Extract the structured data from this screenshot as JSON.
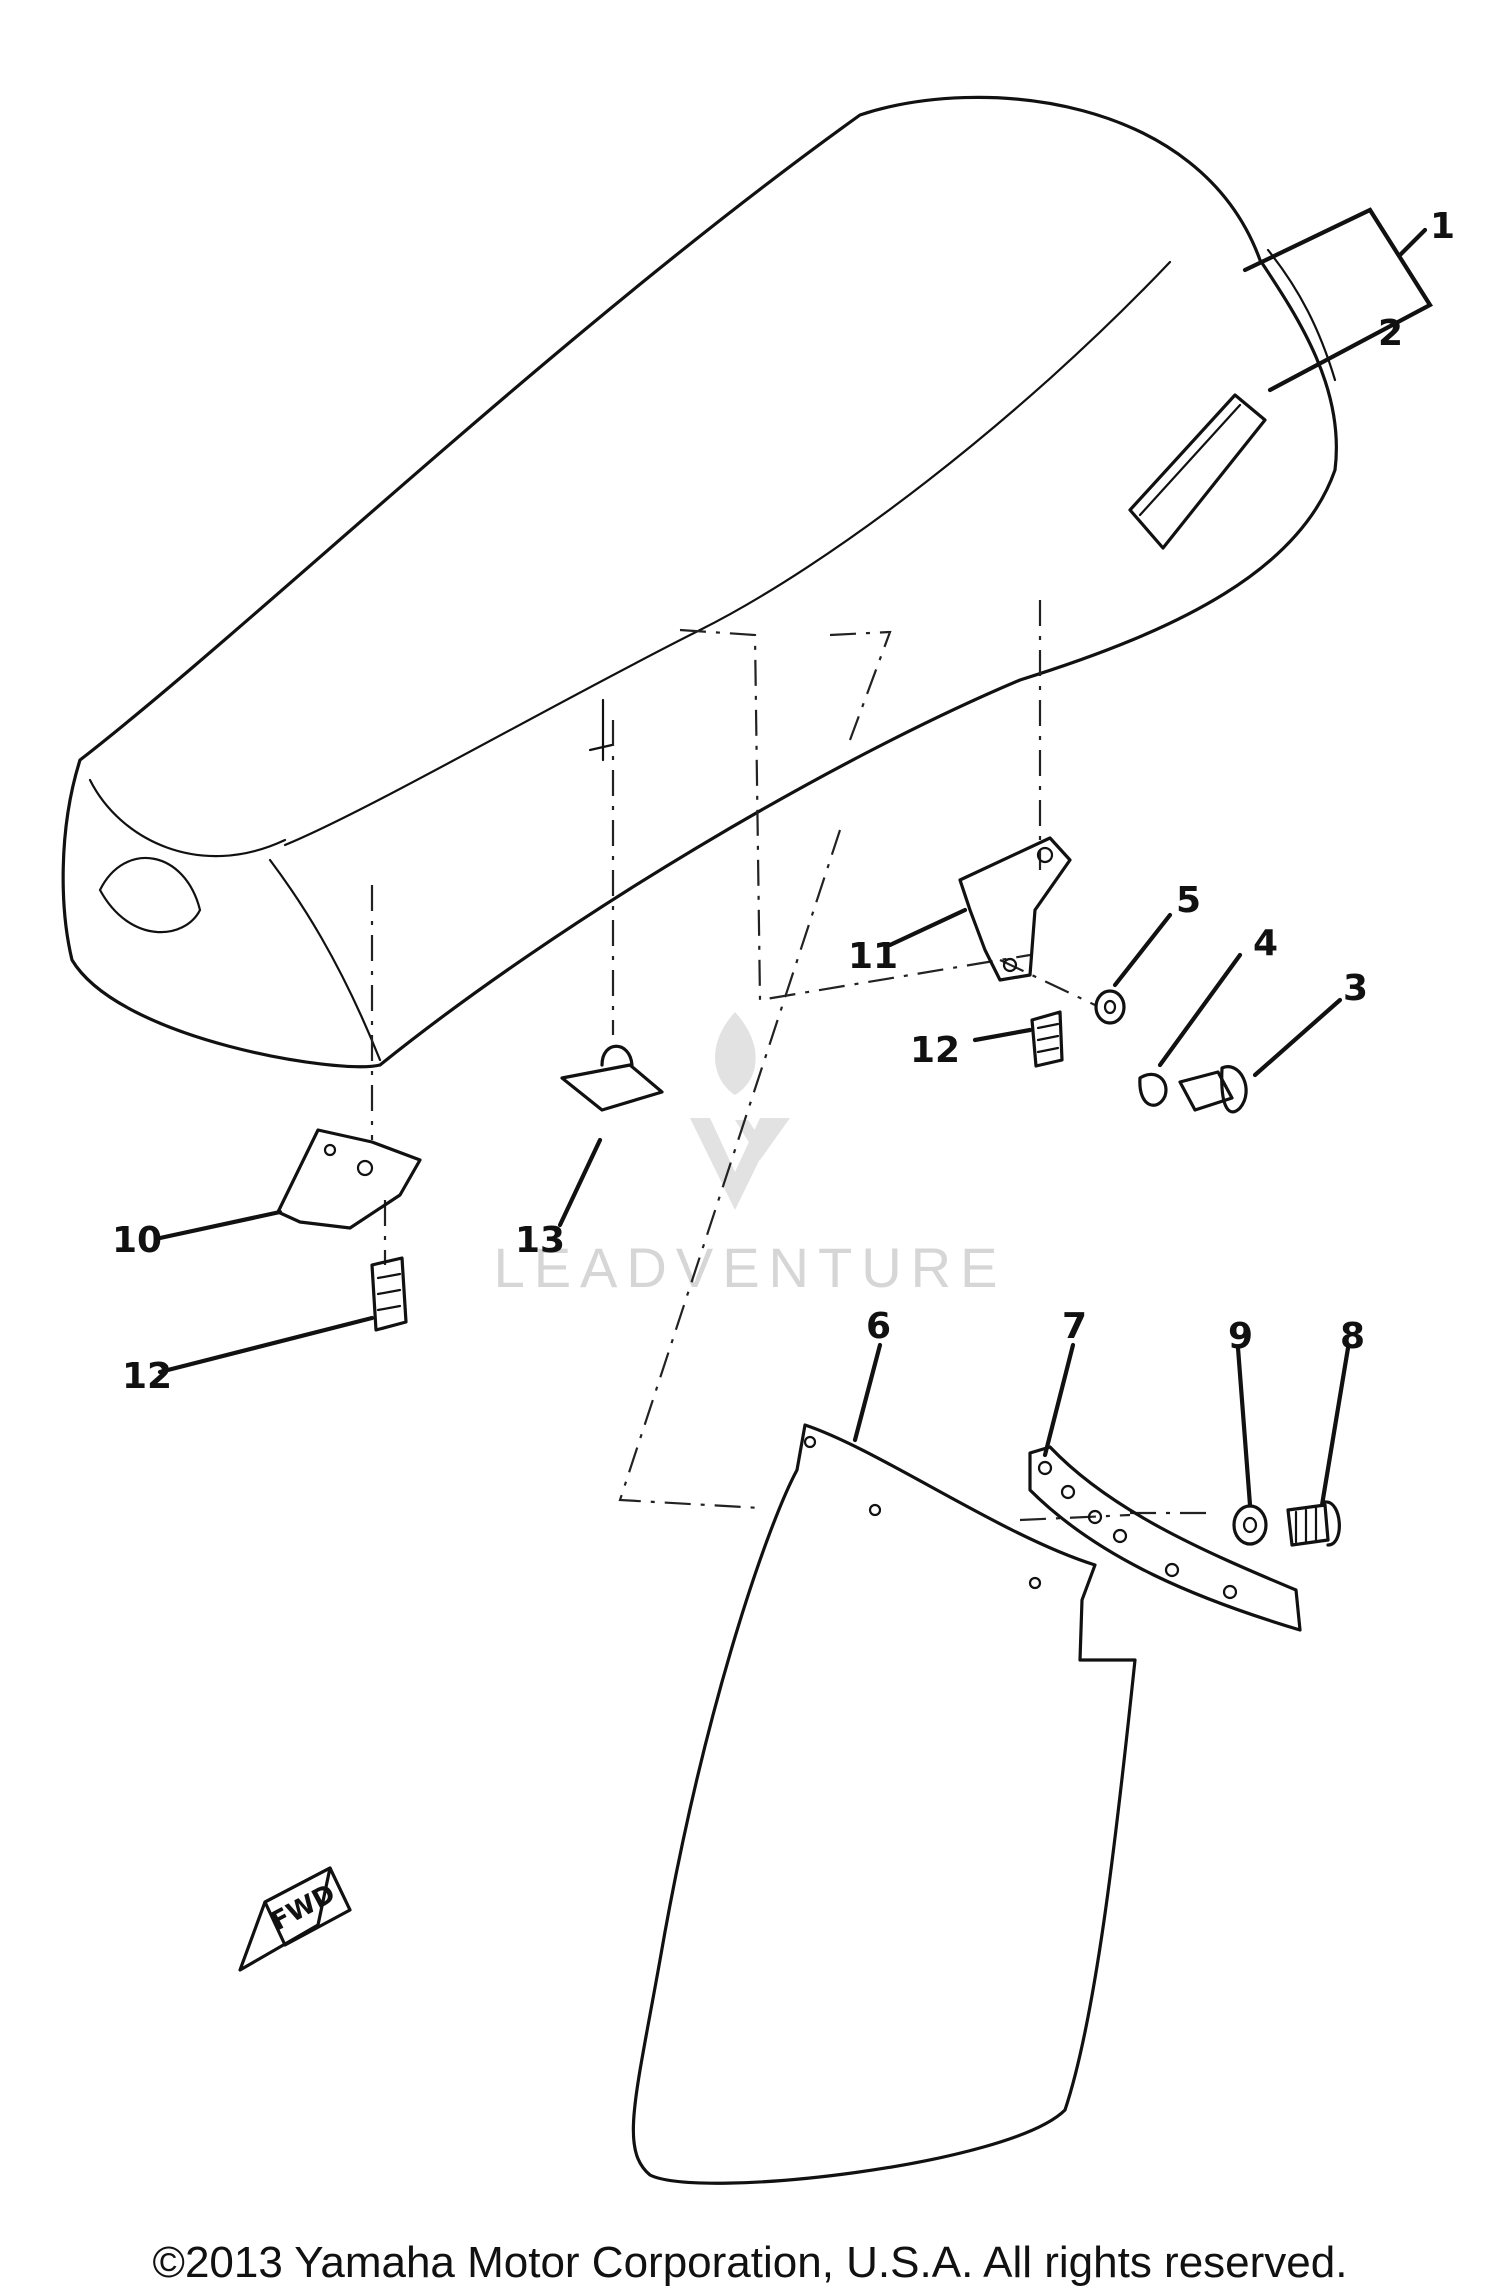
{
  "callouts": {
    "c1": "1",
    "c2": "2",
    "c3": "3",
    "c4": "4",
    "c5": "5",
    "c6": "6",
    "c7": "7",
    "c8": "8",
    "c9": "9",
    "c10": "10",
    "c11": "11",
    "c12a": "12",
    "c12b": "12",
    "c13": "13"
  },
  "fwd_label": "FWD",
  "watermark": "LEADVENTURE",
  "copyright": "©2013 Yamaha Motor Corporation, U.S.A. All rights reserved.",
  "colors": {
    "line": "#111111",
    "watermark": "#d6d6d6",
    "background": "#ffffff"
  }
}
